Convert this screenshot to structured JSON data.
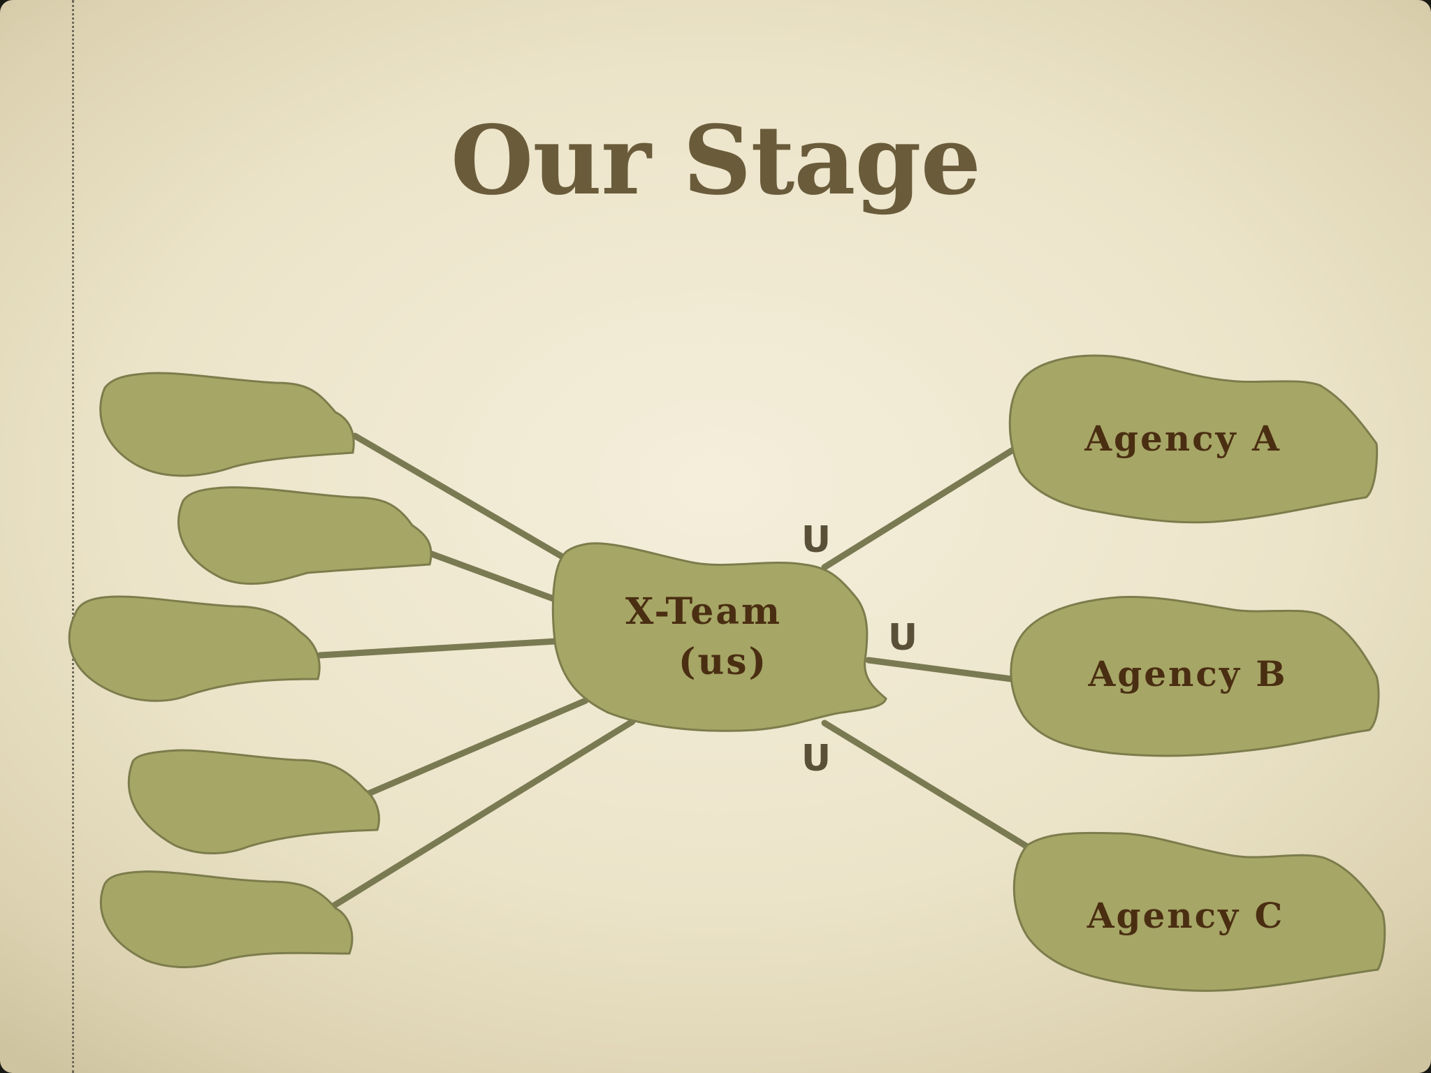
{
  "slide": {
    "title": "Our Stage"
  },
  "diagram": {
    "center_node": {
      "line1": "X-Team",
      "line2": "(us)"
    },
    "agencies": [
      {
        "label": "Agency A"
      },
      {
        "label": "Agency B"
      },
      {
        "label": "Agency C"
      }
    ],
    "connector_marks": [
      "U",
      "U",
      "U"
    ],
    "unlabeled_nodes_count_note": ""
  }
}
